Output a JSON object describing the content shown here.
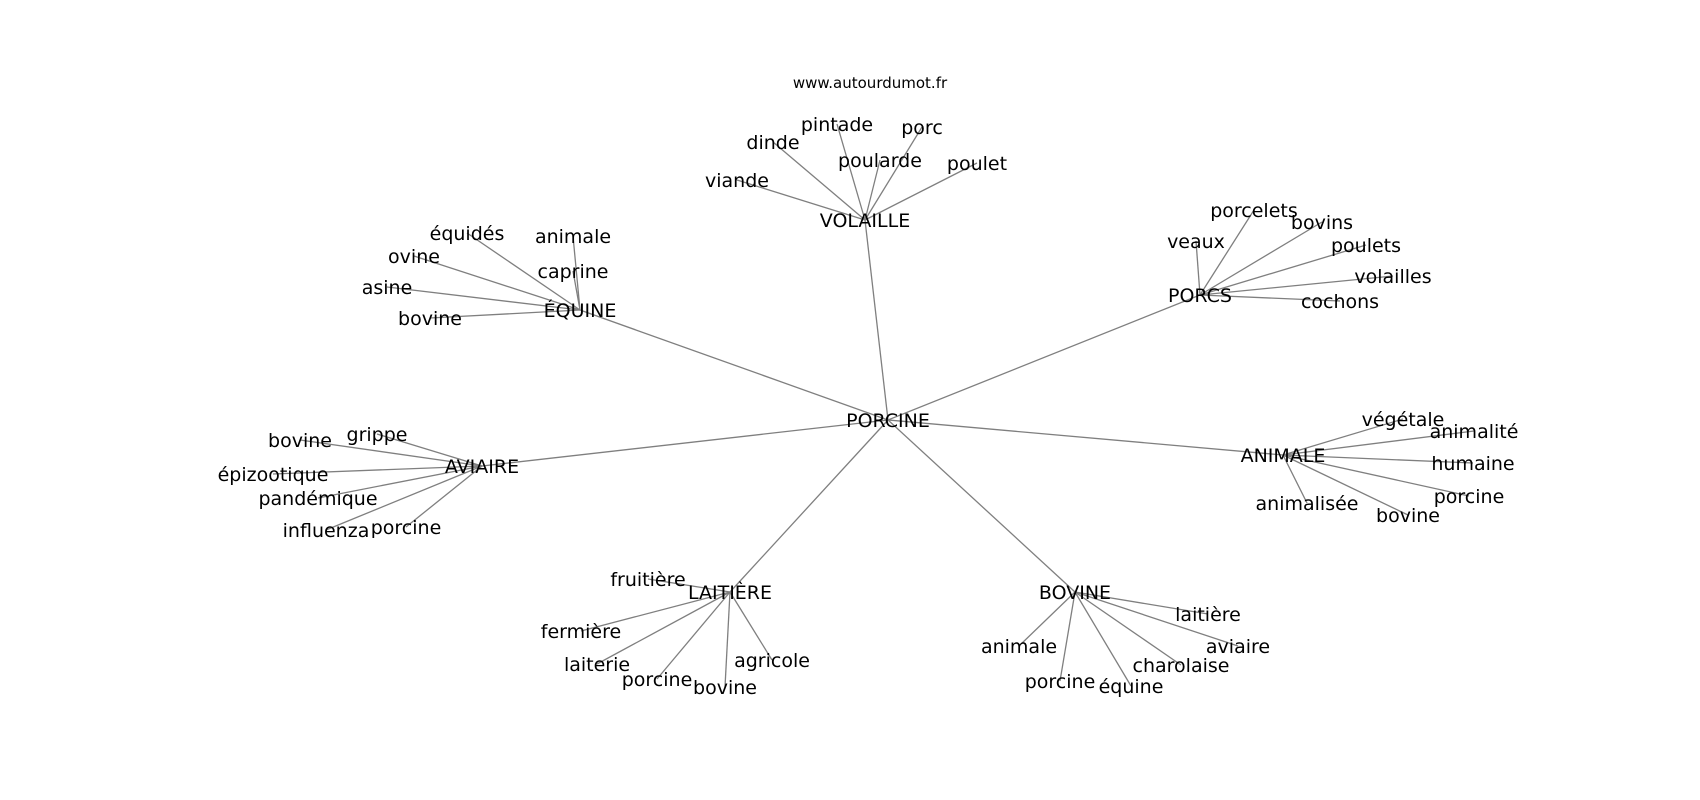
{
  "source_url": "www.autourdumot.fr",
  "center": "PORCINE",
  "branches": [
    {
      "hub": "VOLAILLE",
      "leaves": [
        "viande",
        "dinde",
        "pintade",
        "porc",
        "poularde",
        "poulet"
      ]
    },
    {
      "hub": "PORCS",
      "leaves": [
        "veaux",
        "porcelets",
        "bovins",
        "poulets",
        "volailles",
        "cochons"
      ]
    },
    {
      "hub": "ÉQUINE",
      "leaves": [
        "équidés",
        "ovine",
        "asine",
        "bovine",
        "animale",
        "caprine"
      ]
    },
    {
      "hub": "AVIAIRE",
      "leaves": [
        "bovine",
        "grippe",
        "épizootique",
        "pandémique",
        "influenza",
        "porcine"
      ]
    },
    {
      "hub": "ANIMALE",
      "leaves": [
        "végétale",
        "animalité",
        "humaine",
        "porcine",
        "bovine",
        "animalisée"
      ]
    },
    {
      "hub": "LAITIÈRE",
      "leaves": [
        "fruitière",
        "fermière",
        "laiterie",
        "porcine",
        "bovine",
        "agricole"
      ]
    },
    {
      "hub": "BOVINE",
      "leaves": [
        "laitière",
        "aviaire",
        "charolaise",
        "équine",
        "porcine",
        "animale"
      ]
    }
  ]
}
